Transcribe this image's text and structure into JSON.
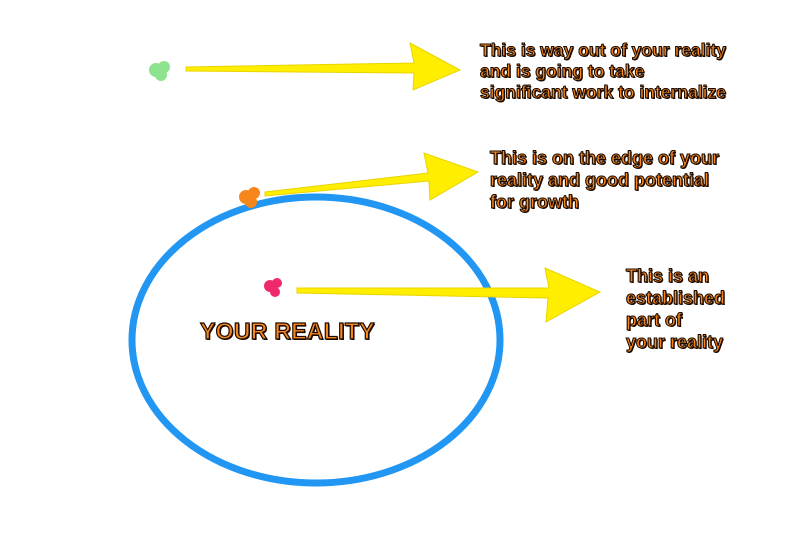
{
  "colors": {
    "circle": "#2196f3",
    "arrow": "#ffee00",
    "text_fill": "#f7861c",
    "text_outline": "#1a0a00",
    "dot_outside": "#8ee38e",
    "dot_edge": "#f7861c",
    "dot_inside": "#ee2a6a"
  },
  "center_title": "YOUR REALITY",
  "labels": {
    "outside": {
      "lines": [
        "This is way out of your reality",
        "and is going to take",
        "significant work to internalize"
      ]
    },
    "edge": {
      "lines": [
        "This is on the edge of your",
        "reality and good potential",
        "for growth"
      ]
    },
    "inside": {
      "lines": [
        "This is an",
        "established",
        "part of",
        "your reality"
      ]
    }
  }
}
